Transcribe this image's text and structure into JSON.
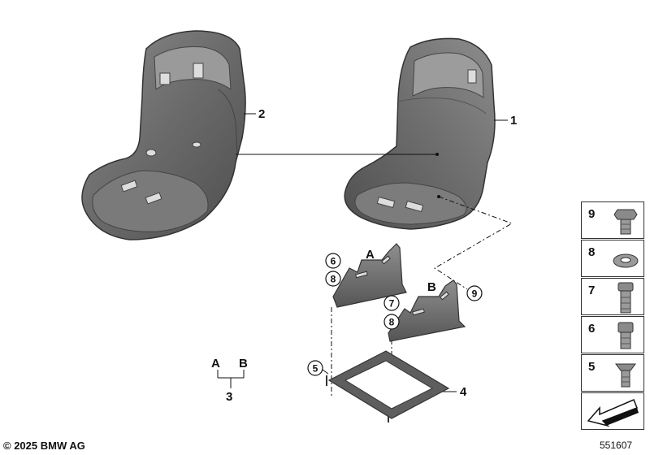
{
  "callouts": {
    "c1": "1",
    "c2": "2",
    "c3": "3",
    "c4": "4",
    "c5": "5",
    "c6": "6",
    "c7": "7",
    "c8a": "8",
    "c8b": "8",
    "c9": "9",
    "a": "A",
    "b": "B",
    "group_a": "A",
    "group_b": "B"
  },
  "legend": [
    {
      "number": "9",
      "icon": "hex-bolt-icon"
    },
    {
      "number": "8",
      "icon": "washer-icon"
    },
    {
      "number": "7",
      "icon": "socket-cap-screw-long-icon"
    },
    {
      "number": "6",
      "icon": "socket-cap-screw-icon"
    },
    {
      "number": "5",
      "icon": "countersunk-screw-icon"
    }
  ],
  "footer": {
    "copyright": "© 2025 BMW AG",
    "diagram_id": "551607"
  }
}
